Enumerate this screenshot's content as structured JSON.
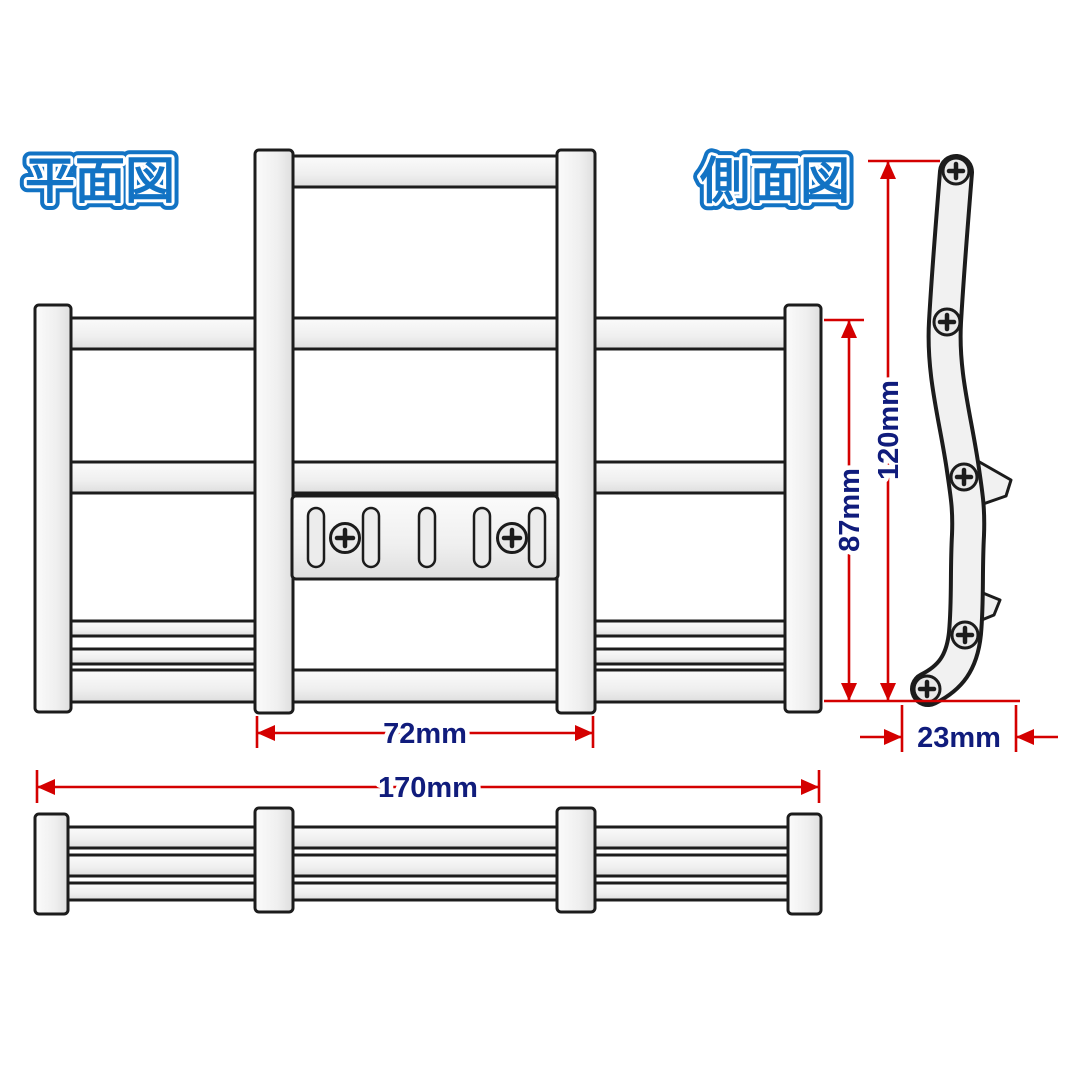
{
  "labels": {
    "plan_view": "平面図",
    "side_view": "側面図"
  },
  "dimensions": {
    "center_post_width": "72mm",
    "guard_height": "87mm",
    "overall_height": "120mm",
    "overall_width": "170mm",
    "side_depth": "23mm"
  },
  "colors": {
    "dimension_arrow_red": "#d40000",
    "dimension_text_navy": "#101c7c",
    "view_label_blue": "#1273c4",
    "line_dark": "#1c1c1c",
    "part_fill_light": "#f1f1f1",
    "background": "#ffffff"
  }
}
